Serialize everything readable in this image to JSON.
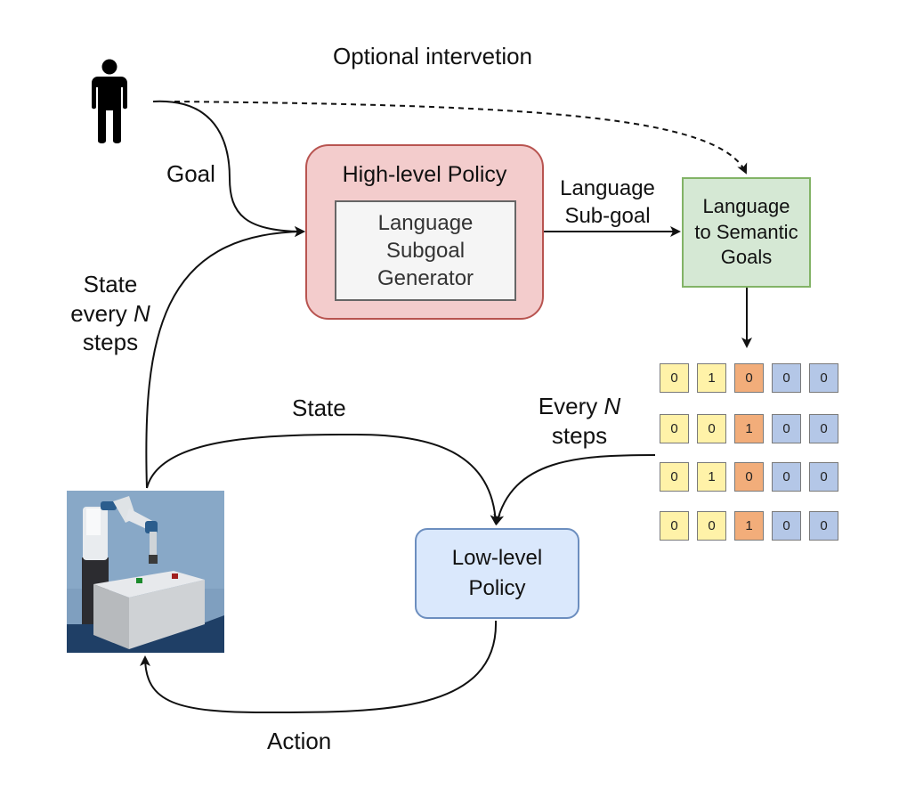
{
  "diagram": {
    "labels": {
      "optional_intervention": "Optional intervetion",
      "goal": "Goal",
      "state_every_n": {
        "line1": "State",
        "line2_prefix": "every ",
        "line2_italic": "N",
        "line3": "steps"
      },
      "state": "State",
      "language_subgoal_edge": "Language\nSub-goal",
      "every_n_steps": {
        "line1_prefix": "Every ",
        "line1_italic": "N",
        "line2": "steps"
      },
      "action": "Action"
    },
    "nodes": {
      "high_level_policy": {
        "title": "High-level Policy",
        "inner": "Language\nSubgoal\nGenerator"
      },
      "semantic_goals": "Language\nto Semantic\nGoals",
      "low_level_policy": "Low-level\nPolicy"
    },
    "colors": {
      "high_level_fill": "#f3cccc",
      "high_level_border": "#b85450",
      "semantic_fill": "#d5e8d4",
      "semantic_border": "#82b366",
      "low_level_fill": "#dae8fc",
      "low_level_border": "#6c8ebf",
      "cell_yellow": "#fff2a8",
      "cell_orange": "#f2ad7a",
      "cell_blue": "#b4c7e7"
    },
    "semantic_goal_grid": {
      "rows": [
        [
          0,
          1,
          0,
          0,
          0
        ],
        [
          0,
          0,
          1,
          0,
          0
        ],
        [
          0,
          1,
          0,
          0,
          0
        ],
        [
          0,
          0,
          1,
          0,
          0
        ]
      ],
      "column_colors": [
        "yellow",
        "yellow",
        "orange",
        "blue",
        "blue"
      ]
    },
    "icons": [
      "person-icon",
      "robot-arm-scene"
    ]
  }
}
